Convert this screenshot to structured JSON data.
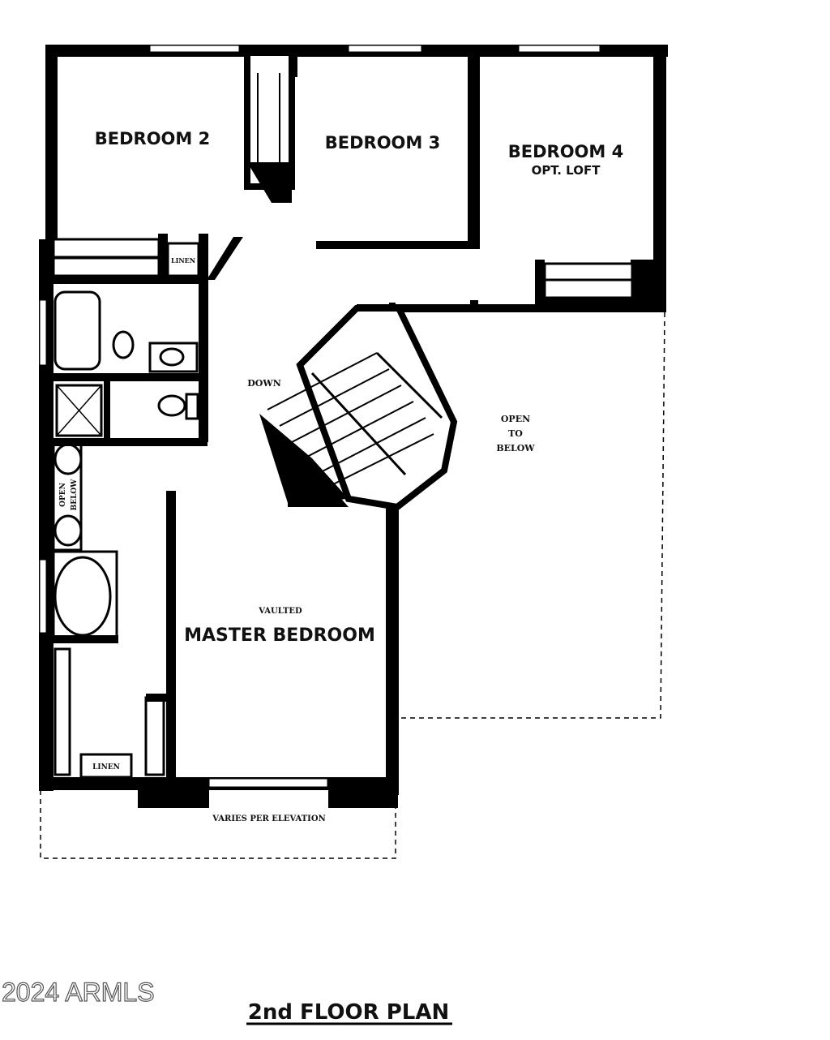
{
  "rooms": {
    "bedroom2": "BEDROOM 2",
    "bedroom3": "BEDROOM 3",
    "bedroom4": "BEDROOM 4",
    "bedroom4_note": "OPT. LOFT",
    "master_note": "VAULTED",
    "master": "MASTER BEDROOM"
  },
  "notes": {
    "linen_upper": "LINEN",
    "linen_lower": "LINEN",
    "down": "DOWN",
    "open_to_below_1": "OPEN",
    "open_to_below_2": "TO",
    "open_to_below_3": "BELOW",
    "open_below_vertical_1": "OPEN",
    "open_below_vertical_2": "BELOW",
    "elevation": "VARIES PER ELEVATION"
  },
  "watermark": "2024 ARMLS",
  "caption": "2nd FLOOR PLAN"
}
